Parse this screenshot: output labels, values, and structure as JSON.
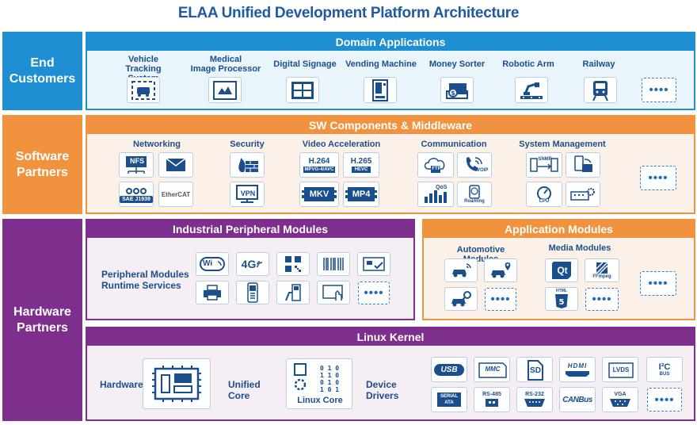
{
  "title": "ELAA Unified Development Platform Architecture",
  "rows": {
    "end_customers": "End\nCustomers",
    "software_partners": "Software\nPartners",
    "hardware_partners": "Hardware\nPartners"
  },
  "domain": {
    "header": "Domain Applications",
    "apps": [
      {
        "label": "Vehicle\nTracking System",
        "icon": "vehicle-tracking-icon"
      },
      {
        "label": "Medical\nImage Processor",
        "icon": "medical-image-icon"
      },
      {
        "label": "Digital Signage",
        "icon": "digital-signage-icon"
      },
      {
        "label": "Vending Machine",
        "icon": "vending-machine-icon"
      },
      {
        "label": "Money Sorter",
        "icon": "money-sorter-icon"
      },
      {
        "label": "Robotic Arm",
        "icon": "robotic-arm-icon"
      },
      {
        "label": "Railway",
        "icon": "railway-icon"
      }
    ],
    "more": "••••"
  },
  "sw": {
    "header": "SW Components & Middleware",
    "groups": {
      "networking": "Networking",
      "security": "Security",
      "video": "Video Acceleration",
      "communication": "Communication",
      "system": "System Management"
    },
    "tiles": {
      "nfs": "NFS",
      "sae": "SAE J1939",
      "ethercat": "EtherCAT",
      "vpn": "VPN",
      "h264": "H.264",
      "h264_sub": "MPVG-4/AVC",
      "h265": "H.265",
      "h265_sub": "HEVC",
      "mkv": "MKV",
      "mp4": "MP4",
      "ftp": "FTP",
      "voip": "VOIP",
      "qos": "QoS",
      "roaming": "Roaming",
      "snmp": "SNMP",
      "cpu": "CPU"
    },
    "more": "••••"
  },
  "industrial": {
    "header": "Industrial Peripheral Modules",
    "label": "Peripheral  Modules\nRuntime Services",
    "tiles": {
      "wifi": "Wi",
      "fourg": "4G"
    },
    "more": "••••"
  },
  "appmod": {
    "header": "Application Modules",
    "automotive": "Automotive Modules",
    "media": "Media Modules",
    "tiles": {
      "qt": "Qt",
      "ffmpeg": "FFmpeg",
      "html": "HTML"
    },
    "more": "••••"
  },
  "kernel": {
    "header": "Linux Kernel",
    "hardware": "Hardware",
    "unified_core": "Unified Core",
    "linux_core": "Linux Core",
    "device_drivers": "Device Drivers",
    "drivers": {
      "usb": "USB",
      "mmc": "MMC",
      "sd": "SD",
      "hdmi": "HDMI",
      "lvds": "LVDS",
      "i2c": "I²C",
      "i2c_sub": "BUS",
      "sata": "SERIAL\nATA",
      "rs485": "RS-485",
      "rs232": "RS-232",
      "canbus": "CANBus",
      "vga": "VGA"
    },
    "more": "••••"
  }
}
